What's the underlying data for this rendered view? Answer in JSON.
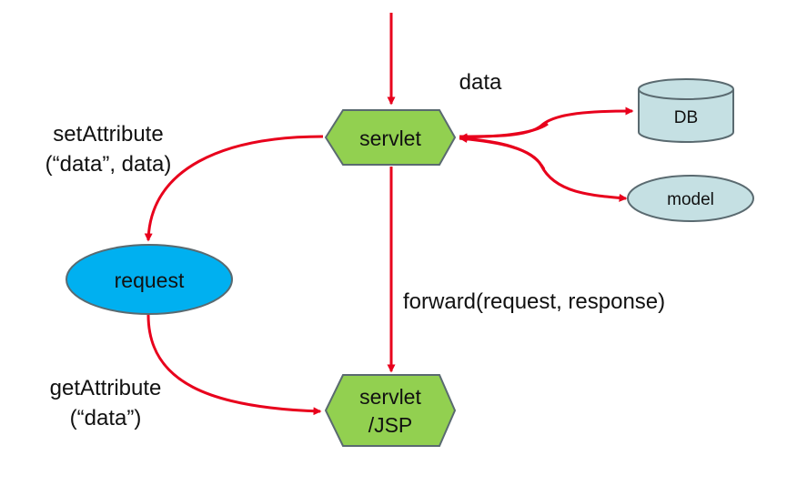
{
  "nodes": {
    "servlet": {
      "label": "servlet",
      "fill": "#92d050"
    },
    "servlet_jsp": {
      "line1": "servlet",
      "line2": "/JSP",
      "fill": "#92d050"
    },
    "db": {
      "label": "DB",
      "fill": "#c5e0e3"
    },
    "model": {
      "label": "model",
      "fill": "#c5e0e3"
    },
    "request": {
      "label": "request",
      "fill": "#00b0f0"
    }
  },
  "labels": {
    "data": "data",
    "set_line1": "setAttribute",
    "set_line2": "(“data”, data)",
    "get_line1": "getAttribute",
    "get_line2": "(“data”)",
    "forward": "forward(request, response)"
  },
  "colors": {
    "arrow": "#e8001c",
    "node_stroke": "#5a6a70"
  }
}
